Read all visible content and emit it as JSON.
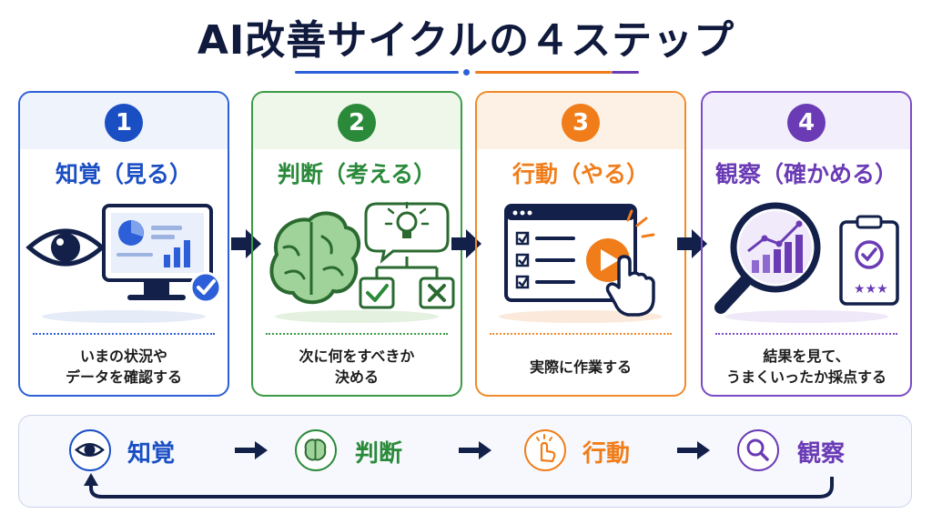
{
  "title": "AI改善サイクルの４ステップ",
  "steps": [
    {
      "number": "1",
      "title": "知覚（見る）",
      "description": "いまの状況や\nデータを確認する",
      "color": "#1a4fc4",
      "band": "#eef3fc",
      "icon": "eye-monitor-icon"
    },
    {
      "number": "2",
      "title": "判断（考える）",
      "description": "次に何をすべきか\n決める",
      "color": "#2a8a3a",
      "band": "#eef7ea",
      "icon": "brain-decision-icon"
    },
    {
      "number": "3",
      "title": "行動（やる）",
      "description": "実際に作業する",
      "color": "#f07d1a",
      "band": "#fdf1e5",
      "icon": "checklist-play-icon"
    },
    {
      "number": "4",
      "title": "観察（確かめる）",
      "description": "結果を見て、\nうまくいったか採点する",
      "color": "#6a3bb5",
      "band": "#f3eefb",
      "icon": "magnifier-clipboard-icon"
    }
  ],
  "cycle": [
    {
      "label": "知覚",
      "icon": "eye-icon",
      "color": "#1a4fc4"
    },
    {
      "label": "判断",
      "icon": "brain-icon",
      "color": "#2a8a3a"
    },
    {
      "label": "行動",
      "icon": "tap-hand-icon",
      "color": "#f07d1a"
    },
    {
      "label": "観察",
      "icon": "search-icon",
      "color": "#6a3bb5"
    }
  ],
  "colors": {
    "navy": "#12204a"
  }
}
